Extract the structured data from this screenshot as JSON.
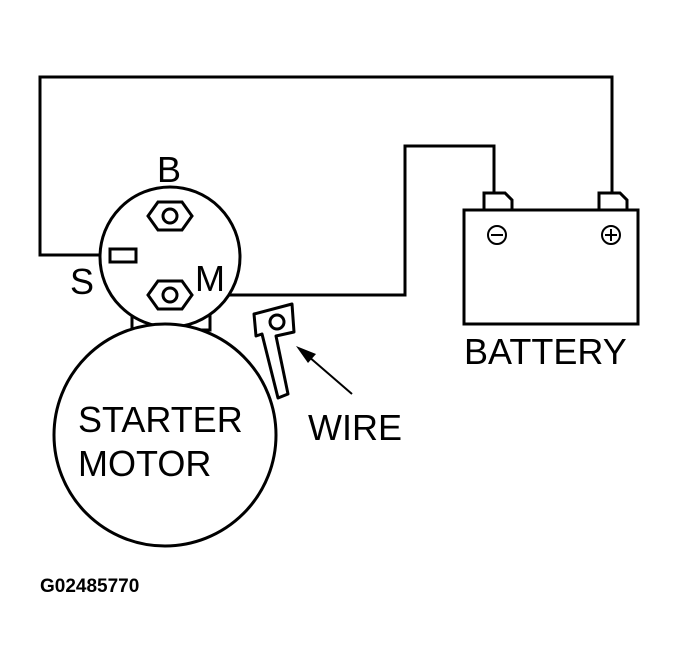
{
  "labels": {
    "terminal_b": "B",
    "terminal_s": "S",
    "terminal_m": "M",
    "starter_line1": "STARTER",
    "starter_line2": "MOTOR",
    "battery": "BATTERY",
    "wire": "WIRE",
    "figure_code": "G02485770"
  },
  "battery_symbols": {
    "negative": "⊖",
    "positive": "⊕"
  },
  "colors": {
    "line": "#000000",
    "background": "#ffffff"
  }
}
